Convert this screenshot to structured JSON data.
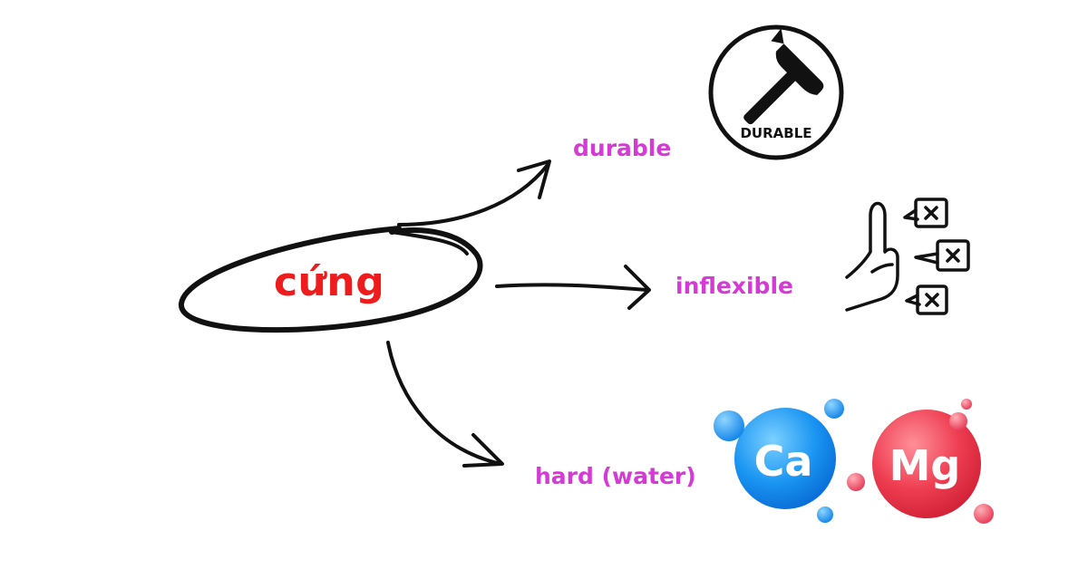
{
  "center_word": "cứng",
  "meanings": [
    {
      "id": "durable",
      "label": "durable",
      "icon": "hammer-durable-icon",
      "icon_text": "DURABLE"
    },
    {
      "id": "inflexible",
      "label": "inflexible",
      "icon": "raised-hand-reject-icon"
    },
    {
      "id": "hard",
      "label": "hard (water)",
      "icon": "calcium-magnesium-ions-icon",
      "ions": [
        "Ca",
        "Mg"
      ]
    }
  ],
  "colors": {
    "center_word": "#ee1c1c",
    "meaning_label": "#d63ad6",
    "stroke": "#111111",
    "calcium": "#1e90ff",
    "magnesium": "#ef3b4e"
  }
}
